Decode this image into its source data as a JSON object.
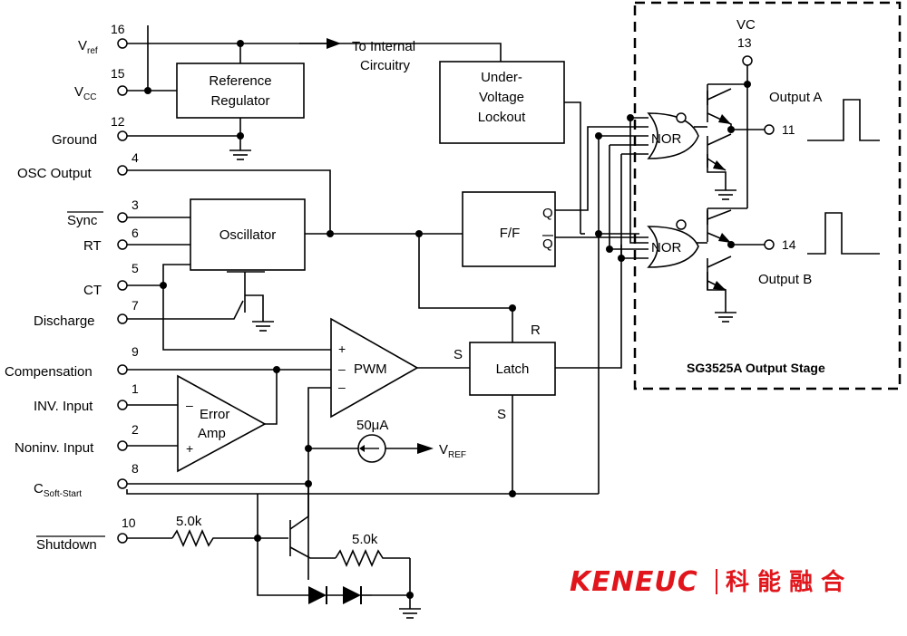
{
  "pins": {
    "vref": {
      "name": "V",
      "sub": "ref",
      "num": "16"
    },
    "vcc": {
      "name": "V",
      "sub": "CC",
      "num": "15"
    },
    "ground": {
      "name": "Ground",
      "num": "12"
    },
    "osc_output": {
      "name": "OSC Output",
      "num": "4"
    },
    "sync": {
      "name": "Sync",
      "num": "3"
    },
    "rt": {
      "name": "RT",
      "num": "6"
    },
    "ct": {
      "name": "CT",
      "num": "5"
    },
    "discharge": {
      "name": "Discharge",
      "num": "7"
    },
    "compensation": {
      "name": "Compensation",
      "num": "9"
    },
    "inv_input": {
      "name": "INV. Input",
      "num": "1"
    },
    "noninv_input": {
      "name": "Noninv. Input",
      "num": "2"
    },
    "soft_start": {
      "name": "C",
      "sub": "Soft-Start",
      "num": "8"
    },
    "shutdown": {
      "name": "Shutdown",
      "num": "10"
    },
    "vc": {
      "name": "VC",
      "num": "13"
    },
    "out_a": {
      "num": "11"
    },
    "out_b": {
      "num": "14"
    }
  },
  "blocks": {
    "ref_regulator": [
      "Reference",
      "Regulator"
    ],
    "uvlo": [
      "Under-",
      "Voltage",
      "Lockout"
    ],
    "oscillator": "Oscillator",
    "ff": "F/F",
    "ff_q": "Q",
    "ff_qbar": "Q",
    "latch": "Latch",
    "latch_r": "R",
    "latch_s_top": "S",
    "latch_s_left": "S",
    "pwm": "PWM",
    "pwm_plus": "+",
    "pwm_minus1": "–",
    "pwm_minus2": "–",
    "error_amp": [
      "Error",
      "Amp"
    ],
    "ea_minus": "–",
    "ea_plus": "+",
    "nor_a": "NOR",
    "nor_b": "NOR"
  },
  "annotations": {
    "to_internal": [
      "To Internal",
      "Circuitry"
    ],
    "current_source": "50μA",
    "vref_arrow": {
      "name": "V",
      "sub": "REF"
    },
    "res1": "5.0k",
    "res2": "5.0k",
    "output_a": "Output A",
    "output_b": "Output B",
    "output_stage": "SG3525A Output Stage"
  },
  "logo": {
    "latin": "KENEUC",
    "cjk": "科 能 融 合",
    "color": "#e0161c"
  }
}
